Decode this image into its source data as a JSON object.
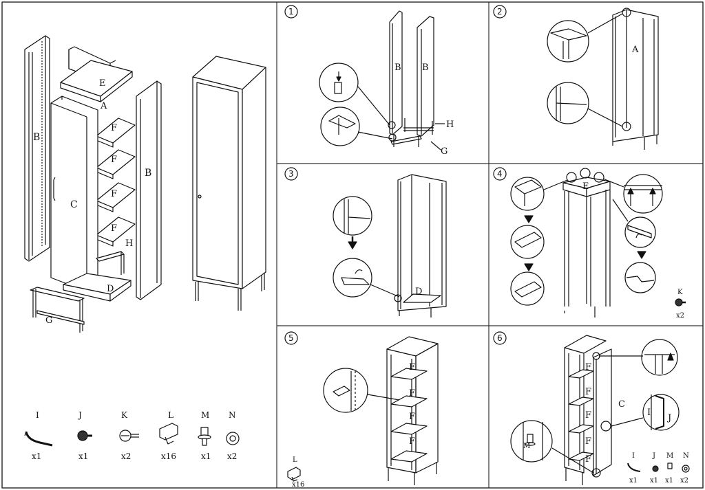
{
  "main_labels": {
    "b_left": "B",
    "e": "E",
    "a": "A",
    "c": "C",
    "f1": "F",
    "f2": "F",
    "f3": "F",
    "f4": "F",
    "b_right": "B",
    "h": "H",
    "d": "D",
    "g": "G"
  },
  "hardware": [
    {
      "letter": "I",
      "qty": "x1"
    },
    {
      "letter": "J",
      "qty": "x1"
    },
    {
      "letter": "K",
      "qty": "x2"
    },
    {
      "letter": "L",
      "qty": "x16"
    },
    {
      "letter": "M",
      "qty": "x1"
    },
    {
      "letter": "N",
      "qty": "x2"
    }
  ],
  "steps": [
    {
      "num": "1",
      "labels": [
        "B",
        "B",
        "H",
        "G"
      ]
    },
    {
      "num": "2",
      "labels": [
        "A"
      ]
    },
    {
      "num": "3",
      "labels": [
        "D"
      ]
    },
    {
      "num": "4",
      "labels": [
        "E"
      ],
      "part_letter": "K",
      "part_qty": "x2"
    },
    {
      "num": "5",
      "labels": [
        "F",
        "F",
        "F",
        "F",
        "L"
      ],
      "part_qty": "x16"
    },
    {
      "num": "6",
      "labels": [
        "F",
        "F",
        "F",
        "F",
        "F",
        "C",
        "I",
        "J",
        "M"
      ],
      "mini_hw": [
        {
          "letter": "I",
          "qty": "x1"
        },
        {
          "letter": "J",
          "qty": "x1"
        },
        {
          "letter": "M",
          "qty": "x1"
        },
        {
          "letter": "N",
          "qty": "x2"
        }
      ]
    }
  ],
  "colors": {
    "line": "#111111",
    "panel_fill": "#ffffff",
    "frame_border": "#333333"
  }
}
